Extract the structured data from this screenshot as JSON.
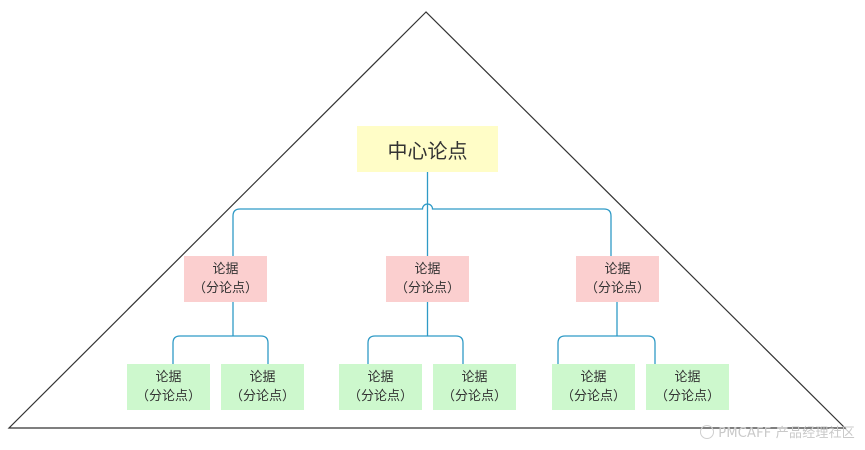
{
  "colors": {
    "triangle_stroke": "#333333",
    "connector": "#2f9ac6",
    "central_fill": "#fffdc7",
    "argument_fill": "#fbcfcf",
    "sub_argument_fill": "#cdf8cd",
    "text": "#333333"
  },
  "central": {
    "label": "中心论点"
  },
  "arguments": [
    {
      "line1": "论据",
      "line2": "（分论点）",
      "subs": [
        {
          "line1": "论据",
          "line2": "（分论点）"
        },
        {
          "line1": "论据",
          "line2": "（分论点）"
        }
      ]
    },
    {
      "line1": "论据",
      "line2": "（分论点）",
      "subs": [
        {
          "line1": "论据",
          "line2": "（分论点）"
        },
        {
          "line1": "论据",
          "line2": "（分论点）"
        }
      ]
    },
    {
      "line1": "论据",
      "line2": "（分论点）",
      "subs": [
        {
          "line1": "论据",
          "line2": "（分论点）"
        },
        {
          "line1": "论据",
          "line2": "（分论点）"
        }
      ]
    }
  ],
  "watermark": {
    "text": "PMCAFF 产品经理社区",
    "icon": "speech-bubble-icon"
  }
}
